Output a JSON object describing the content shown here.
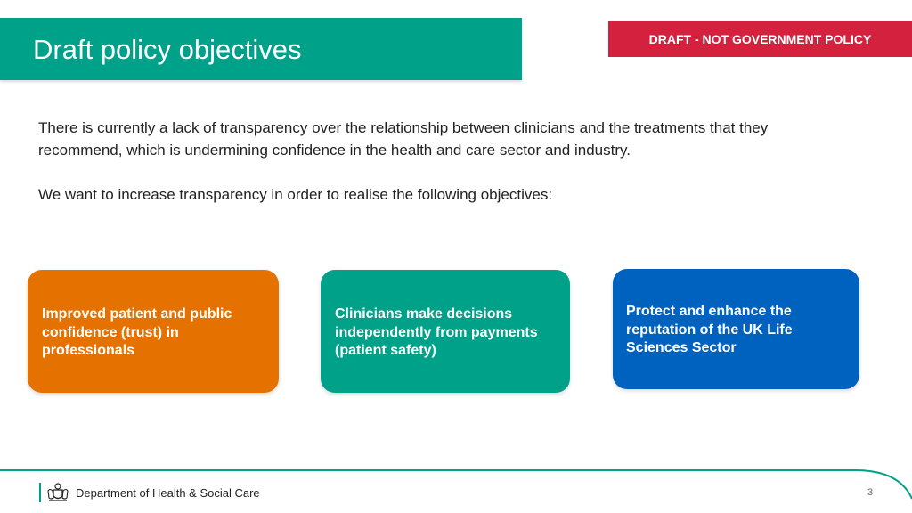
{
  "header": {
    "title": "Draft policy objectives",
    "draft_banner": "DRAFT - NOT GOVERNMENT POLICY"
  },
  "intro": {
    "paragraph1": "There is currently a lack of transparency over the relationship between clinicians and the treatments that they recommend, which is undermining confidence in the health and care sector and industry.",
    "paragraph2": "We want to increase transparency in order to realise the following objectives:"
  },
  "objectives": [
    {
      "text": "Improved patient and public confidence (trust) in professionals",
      "color": "#e57200"
    },
    {
      "text": "Clinicians make decisions independently from payments (patient safety)",
      "color": "#00a189"
    },
    {
      "text": "Protect and enhance the reputation of the UK Life Sciences Sector",
      "color": "#0062bf"
    }
  ],
  "footer": {
    "department": "Department of Health & Social Care",
    "logo_icon": "royal-coat-of-arms-icon",
    "page_number": "3"
  },
  "colors": {
    "teal": "#00a189",
    "orange": "#e57200",
    "blue": "#0062bf",
    "draft_red": "#d4213d"
  }
}
